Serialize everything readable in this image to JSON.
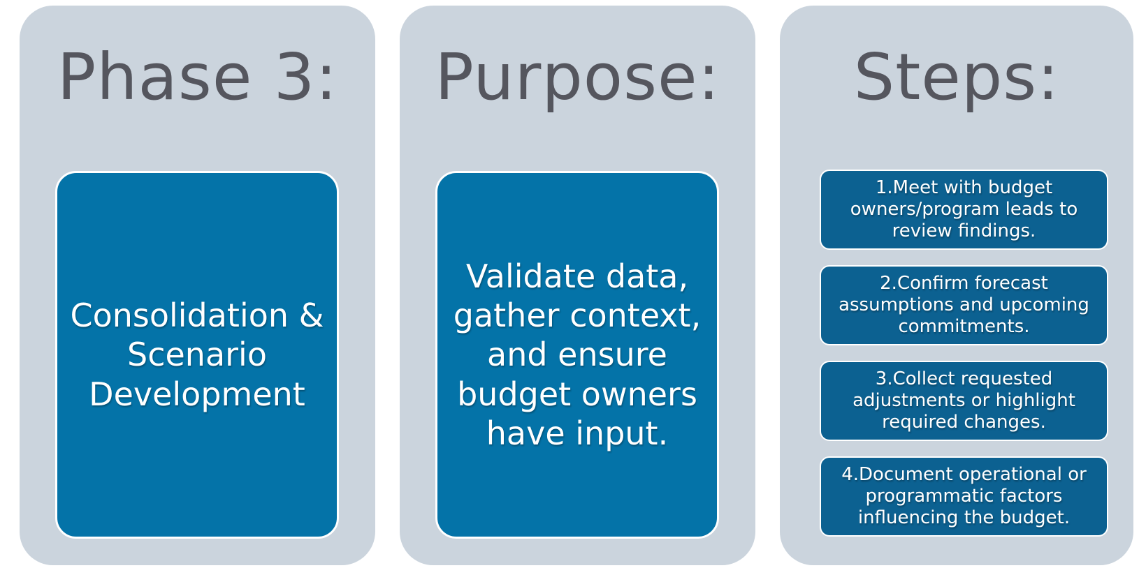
{
  "diagram": {
    "kind": "three-panel process diagram",
    "colors": {
      "page_background": "#FFFFFF",
      "panel_background": "#CBD4DD",
      "header_text": "#55565E",
      "main_box_blue": "#0473A8",
      "step_box_blue": "#0C6191",
      "box_text": "#FFFFFF",
      "box_border": "#FFFFFF"
    },
    "columns": [
      {
        "id": "phase",
        "header": "Phase 3:",
        "body": "Consolidation & Scenario Development"
      },
      {
        "id": "purpose",
        "header": "Purpose:",
        "body": "Validate data, gather context, and ensure budget owners have input."
      },
      {
        "id": "steps",
        "header": "Steps:",
        "steps": [
          "1.Meet with budget owners/program leads to review findings.",
          "2.Confirm forecast assumptions and upcoming commitments.",
          "3.Collect requested adjustments or highlight required changes.",
          "4.Document operational or programmatic factors influencing the budget."
        ]
      }
    ]
  }
}
